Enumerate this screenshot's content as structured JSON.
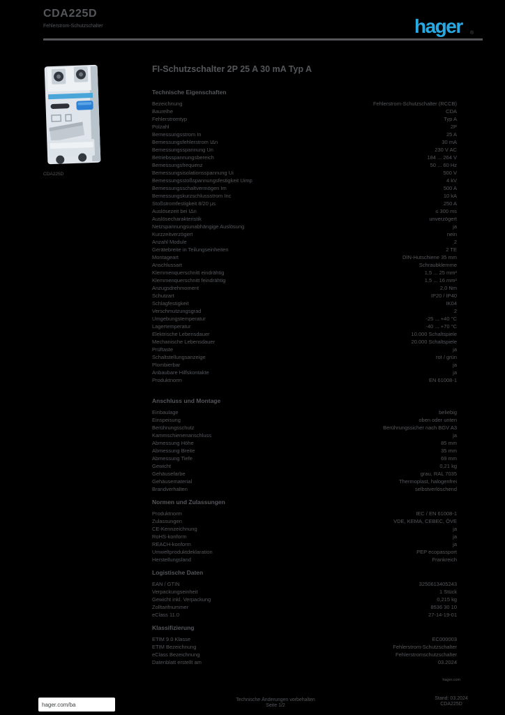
{
  "colors": {
    "background": "#000000",
    "text_gray": "#54565a",
    "logo_cyan": "#29a9e1",
    "device_blue": "#2d7fd3",
    "device_strip_blue": "#4aa6d8"
  },
  "header": {
    "part_number": "CDA225D",
    "subtitle": "Fehlerstrom-Schutzschalter",
    "logo_text": "hager",
    "logo_reg": "®"
  },
  "product": {
    "title": "FI-Schutzschalter 2P 25 A 30 mA Typ A",
    "image_caption": "CDA225D"
  },
  "sections": [
    {
      "title": "Technische Eigenschaften",
      "rows": [
        {
          "label": "Bezeichnung",
          "value": "Fehlerstrom-Schutzschalter (RCCB)"
        },
        {
          "label": "Baureihe",
          "value": "CDA"
        },
        {
          "label": "Fehlerstromtyp",
          "value": "Typ A"
        },
        {
          "label": "Polzahl",
          "value": "2P"
        },
        {
          "label": "Bemessungsstrom In",
          "value": "25 A"
        },
        {
          "label": "Bemessungsfehlerstrom IΔn",
          "value": "30 mA"
        },
        {
          "label": "Bemessungsspannung Un",
          "value": "230 V AC"
        },
        {
          "label": "Betriebsspannungsbereich",
          "value": "184 ... 264 V"
        },
        {
          "label": "Bemessungsfrequenz",
          "value": "50 ... 60 Hz"
        },
        {
          "label": "Bemessungsisolationsspannung Ui",
          "value": "500 V"
        },
        {
          "label": "Bemessungsstoßspannungsfestigkeit Uimp",
          "value": "4 kV"
        },
        {
          "label": "Bemessungsschaltvermögen Im",
          "value": "500 A"
        },
        {
          "label": "Bemessungskurzschlussstrom Inc",
          "value": "10 kA"
        },
        {
          "label": "Stoßstromfestigkeit 8/20 µs",
          "value": "250 A"
        },
        {
          "label": "Auslösezeit bei IΔn",
          "value": "≤ 300 ms"
        },
        {
          "label": "Auslösecharakteristik",
          "value": "unverzögert"
        },
        {
          "label": "Netzspannungsunabhängige Auslösung",
          "value": "ja"
        },
        {
          "label": "Kurzzeitverzögert",
          "value": "nein"
        },
        {
          "label": "Anzahl Module",
          "value": "2"
        },
        {
          "label": "Gerätebreite in Teilungseinheiten",
          "value": "2 TE"
        },
        {
          "label": "Montageart",
          "value": "DIN-Hutschiene 35 mm"
        },
        {
          "label": "Anschlussart",
          "value": "Schraubklemme"
        },
        {
          "label": "Klemmenquerschnitt eindrähtig",
          "value": "1,5 ... 25 mm²"
        },
        {
          "label": "Klemmenquerschnitt feindrähtig",
          "value": "1,5 ... 16 mm²"
        },
        {
          "label": "Anzugsdrehmoment",
          "value": "2,0 Nm"
        },
        {
          "label": "Schutzart",
          "value": "IP20 / IP40"
        },
        {
          "label": "Schlagfestigkeit",
          "value": "IK04"
        },
        {
          "label": "Verschmutzungsgrad",
          "value": "2"
        },
        {
          "label": "Umgebungstemperatur",
          "value": "-25 ... +40 °C"
        },
        {
          "label": "Lagertemperatur",
          "value": "-40 ... +70 °C"
        },
        {
          "label": "Elektrische Lebensdauer",
          "value": "10.000 Schaltspiele"
        },
        {
          "label": "Mechanische Lebensdauer",
          "value": "20.000 Schaltspiele"
        },
        {
          "label": "Prüftaste",
          "value": "ja"
        },
        {
          "label": "Schaltstellungsanzeige",
          "value": "rot / grün"
        },
        {
          "label": "Plombierbar",
          "value": "ja"
        },
        {
          "label": "Anbaubare Hilfskontakte",
          "value": "ja"
        },
        {
          "label": "Produktnorm",
          "value": "EN 61008-1"
        }
      ]
    },
    {
      "title": "Anschluss und Montage",
      "rows": [
        {
          "label": "Einbaulage",
          "value": "beliebig"
        },
        {
          "label": "Einspeisung",
          "value": "oben oder unten"
        },
        {
          "label": "Berührungsschutz",
          "value": "Berührungssicher nach BGV A3"
        },
        {
          "label": "Kammschienenanschluss",
          "value": "ja"
        },
        {
          "label": "Abmessung Höhe",
          "value": "85 mm"
        },
        {
          "label": "Abmessung Breite",
          "value": "35 mm"
        },
        {
          "label": "Abmessung Tiefe",
          "value": "69 mm"
        },
        {
          "label": "Gewicht",
          "value": "0,21 kg"
        },
        {
          "label": "Gehäusefarbe",
          "value": "grau, RAL 7035"
        },
        {
          "label": "Gehäusematerial",
          "value": "Thermoplast, halogenfrei"
        },
        {
          "label": "Brandverhalten",
          "value": "selbstverlöschend"
        }
      ]
    },
    {
      "title": "Normen und Zulassungen",
      "rows": [
        {
          "label": "Produktnorm",
          "value": "IEC / EN 61008-1"
        },
        {
          "label": "Zulassungen",
          "value": "VDE, KEMA, CEBEC, ÖVE"
        },
        {
          "label": "CE-Kennzeichnung",
          "value": "ja"
        },
        {
          "label": "RoHS-konform",
          "value": "ja"
        },
        {
          "label": "REACH-konform",
          "value": "ja"
        },
        {
          "label": "Umweltproduktdeklaration",
          "value": "PEP ecopassport"
        },
        {
          "label": "Herstellungsland",
          "value": "Frankreich"
        }
      ]
    },
    {
      "title": "Logistische Daten",
      "rows": [
        {
          "label": "EAN / GTIN",
          "value": "3250613405243"
        },
        {
          "label": "Verpackungseinheit",
          "value": "1 Stück"
        },
        {
          "label": "Gewicht inkl. Verpackung",
          "value": "0,215 kg"
        },
        {
          "label": "Zolltarifnummer",
          "value": "8536 30 10"
        },
        {
          "label": "eClass 11.0",
          "value": "27-14-19-01"
        }
      ]
    },
    {
      "title": "Klassifizierung",
      "rows": [
        {
          "label": "ETIM 9.0 Klasse",
          "value": "EC000003"
        },
        {
          "label": "ETIM Bezeichnung",
          "value": "Fehlerstrom-Schutzschalter"
        },
        {
          "label": "eClass Bezeichnung",
          "value": "Fehlerstromschutzschalter"
        },
        {
          "label": "Datenblatt erstellt am",
          "value": "03.2024"
        }
      ]
    }
  ],
  "footer": {
    "note_small": "hager.com",
    "site": "hager.com/ba",
    "center_line1": "Technische Änderungen vorbehalten",
    "center_line2": "Seite 1/2",
    "right_line1": "Stand: 03.2024",
    "right_line2": "CDA225D"
  }
}
